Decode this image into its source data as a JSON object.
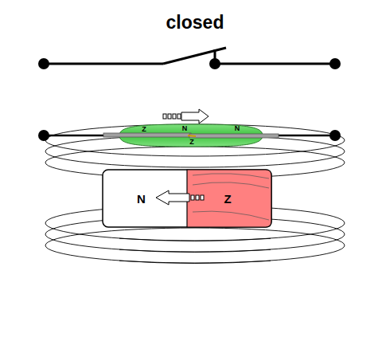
{
  "diagram": {
    "title": "closed",
    "nodes": [
      {
        "text": [
          "N"
        ]
      },
      {
        "text": [
          "Z"
        ]
      }
    ],
    "labels": [
      "Z",
      "N",
      "N",
      "Z"
    ]
  }
}
